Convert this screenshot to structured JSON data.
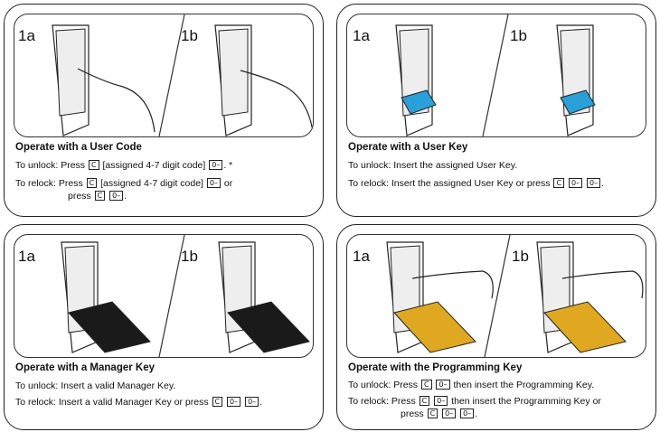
{
  "keys": {
    "c": "C",
    "lock": "0–"
  },
  "panels": [
    {
      "label_a": "1a",
      "label_b": "1b",
      "title": "Operate with a User Code",
      "unlock_label": "To unlock:",
      "unlock_1": "Press",
      "unlock_2": "[assigned 4-7 digit code]",
      "unlock_3": ". *",
      "relock_label": "To relock:",
      "relock_1": "Press",
      "relock_2": "[assigned 4-7 digit code]",
      "relock_3": "or",
      "relock_4": "press",
      "relock_5": "."
    },
    {
      "label_a": "1a",
      "label_b": "1b",
      "title": "Operate with a User Key",
      "unlock_label": "To unlock:",
      "unlock_1": "Insert the assigned User Key.",
      "relock_label": "To relock:",
      "relock_1": "Insert the assigned User Key or press",
      "relock_2": "."
    },
    {
      "label_a": "1a",
      "label_b": "1b",
      "title": "Operate with a Manager Key",
      "unlock_label": "To unlock:",
      "unlock_1": "Insert a valid Manager Key.",
      "relock_label": "To relock:",
      "relock_1": "Insert a valid Manager Key or press",
      "relock_2": "."
    },
    {
      "label_a": "1a",
      "label_b": "1b",
      "title": "Operate with the Programming Key",
      "unlock_label": "To unlock:",
      "unlock_1": "Press",
      "unlock_2": "then insert the Programming Key.",
      "relock_label": "To relock:",
      "relock_1": "Press",
      "relock_2": "then insert the Programming Key or",
      "relock_3": "press",
      "relock_4": "."
    }
  ],
  "colors": {
    "user_key": "#2a9fd8",
    "manager_key": "#1a1a1a",
    "programming_key": "#e0a820"
  }
}
